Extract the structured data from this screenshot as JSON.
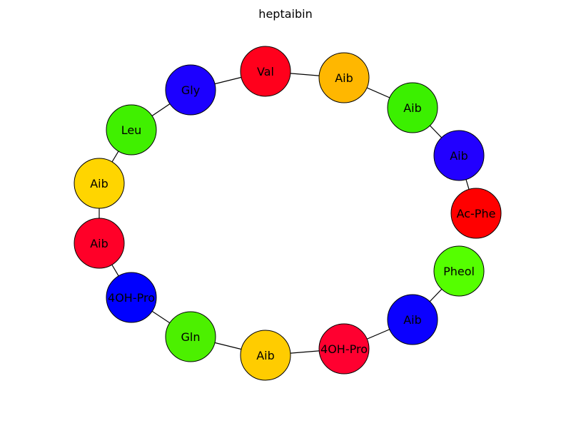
{
  "title": "heptaibin",
  "nodes": [
    {
      "id": "n1",
      "label": "Val",
      "color": "#ff001c"
    },
    {
      "id": "n2",
      "label": "Aib",
      "color": "#ffb700"
    },
    {
      "id": "n3",
      "label": "Aib",
      "color": "#3bf000"
    },
    {
      "id": "n4",
      "label": "Aib",
      "color": "#2200ff"
    },
    {
      "id": "n5",
      "label": "Ac-Phe",
      "color": "#ff0000"
    },
    {
      "id": "n6",
      "label": "Pheol",
      "color": "#55ff00"
    },
    {
      "id": "n7",
      "label": "Aib",
      "color": "#0b00ff"
    },
    {
      "id": "n8",
      "label": "4OH-Pro",
      "color": "#ff0030"
    },
    {
      "id": "n9",
      "label": "Aib",
      "color": "#ffcc00"
    },
    {
      "id": "n10",
      "label": "Gln",
      "color": "#4cf000"
    },
    {
      "id": "n11",
      "label": "4OH-Pro",
      "color": "#0000ff"
    },
    {
      "id": "n12",
      "label": "Aib",
      "color": "#ff0028"
    },
    {
      "id": "n13",
      "label": "Aib",
      "color": "#ffd500"
    },
    {
      "id": "n14",
      "label": "Leu",
      "color": "#40f000"
    },
    {
      "id": "n15",
      "label": "Gly",
      "color": "#1c00ff"
    }
  ],
  "edges": [
    [
      "n15",
      "n1"
    ],
    [
      "n1",
      "n2"
    ],
    [
      "n2",
      "n3"
    ],
    [
      "n3",
      "n4"
    ],
    [
      "n4",
      "n5"
    ],
    [
      "n6",
      "n7"
    ],
    [
      "n7",
      "n8"
    ],
    [
      "n8",
      "n9"
    ],
    [
      "n9",
      "n10"
    ],
    [
      "n10",
      "n11"
    ],
    [
      "n11",
      "n12"
    ],
    [
      "n12",
      "n13"
    ],
    [
      "n13",
      "n14"
    ],
    [
      "n14",
      "n15"
    ]
  ]
}
